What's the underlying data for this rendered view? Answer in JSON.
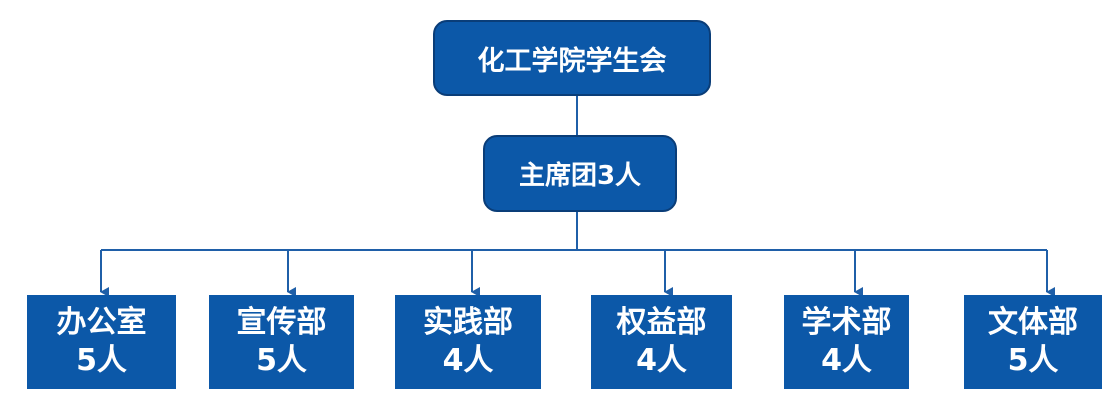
{
  "root": {
    "label": "化工学院学生会"
  },
  "presidium": {
    "label": "主席团3人"
  },
  "departments": [
    {
      "name": "办公室",
      "count": "5人"
    },
    {
      "name": "宣传部",
      "count": "5人"
    },
    {
      "name": "实践部",
      "count": "4人"
    },
    {
      "name": "权益部",
      "count": "4人"
    },
    {
      "name": "学术部",
      "count": "4人"
    },
    {
      "name": "文体部",
      "count": "5人"
    }
  ],
  "colors": {
    "box_fill": "#0c58a8",
    "box_border": "#0a3d78",
    "connector": "#1f5fa8",
    "text": "#ffffff"
  }
}
